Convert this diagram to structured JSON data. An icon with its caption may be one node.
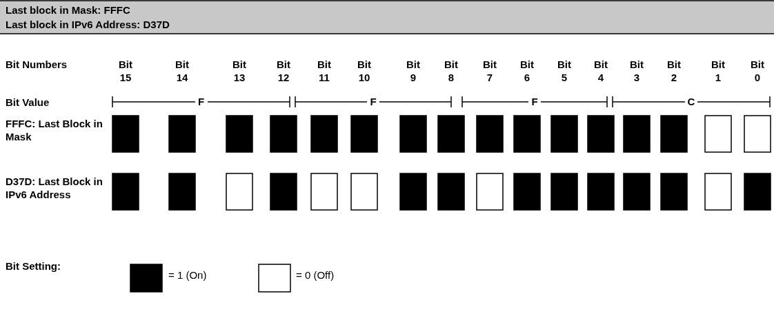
{
  "diagram": {
    "labels": [
      "Last block in Mask: FFFC",
      "Last block in IPv6 Address: D37D",
      "Bit Numbers",
      "Bit 15",
      "Bit 14",
      "Bit 13",
      "Bit 12",
      "Bit 11",
      "Bit 10",
      "Bit 9",
      "Bit 8",
      "Bit 7",
      "Bit 6",
      "Bit 5",
      "Bit 4",
      "Bit 3",
      "Bit 2",
      "Bit 1",
      "Bit 0",
      "Bit Value",
      "F",
      "F",
      "F",
      "C",
      "FFFC: Last Block in Mask",
      "D37D: Last Block in IPv6 Address",
      "Bit Setting:"
    ],
    "legend": [
      {
        "text": "= 1 (On)",
        "color": "#000000"
      },
      {
        "text": "= 0 (Off)",
        "color": "#ffffff"
      }
    ]
  }
}
